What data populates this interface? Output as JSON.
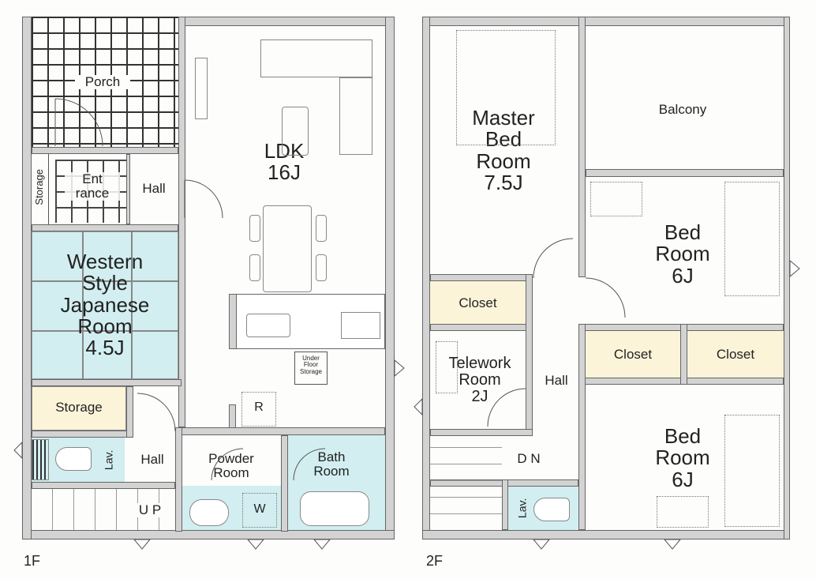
{
  "floor1": {
    "floor_label": "1F",
    "porch": "Porch",
    "storage_small": "Storage",
    "entrance": "Ent\nrance",
    "hall_top": "Hall",
    "ldk": "LDK\n16J",
    "western_room": "Western\nStyle\nJapanese\nRoom\n4.5J",
    "storage": "Storage",
    "underfloor": "Under\nFloor\nStorage",
    "fridge": "R",
    "hall_bottom": "Hall",
    "lav": "Lav.",
    "powder_room": "Powder\nRoom",
    "bath_room": "Bath\nRoom",
    "washer": "W",
    "stairs": "U P"
  },
  "floor2": {
    "floor_label": "2F",
    "master": "Master\nBed\nRoom\n7.5J",
    "balcony": "Balcony",
    "bed1": "Bed\nRoom\n6J",
    "closet_master": "Closet",
    "closet_a": "Closet",
    "closet_b": "Closet",
    "telework": "Telework\nRoom\n2J",
    "hall": "Hall",
    "stairs": "D N",
    "bed2": "Bed\nRoom\n6J",
    "lav": "Lav."
  },
  "colors": {
    "tatami_blue": "#d2eef0",
    "storage_cream": "#fbf4d9",
    "wall_gray": "#d3d3d3"
  }
}
